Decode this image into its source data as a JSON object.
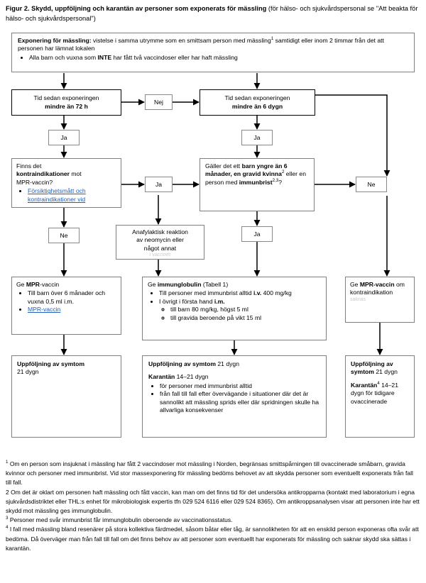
{
  "title": {
    "bold": "Figur 2. Skydd, uppföljning och karantän av personer som exponerats för mässling",
    "rest": " (för hälso- och sjukvårdspersonal se \"Att beakta för hälso- och sjukvårdspersonal\")"
  },
  "nodes": {
    "exposure": {
      "lead_bold": "Exponering för mässling:",
      "lead_rest": " vistelse i samma utrymme som en smittsam person med mässling",
      "lead_sup": "1",
      "lead_tail": " samtidigt eller inom 2 timmar från det att personen har lämnat lokalen",
      "bullet_pre": "Alla barn och vuxna som ",
      "bullet_bold": "INTE",
      "bullet_post": " har fått två vaccindoser eller har haft mässling"
    },
    "time72": {
      "line1": "Tid sedan exponeringen",
      "line2": "mindre än 72 h"
    },
    "time6d": {
      "line1": "Tid sedan exponeringen",
      "line2": "mindre än 6 dygn"
    },
    "contraindication": {
      "l1": "Finns det",
      "l2_bold": "kontraindikationer",
      "l2_rest": " mot",
      "l3": "MPR-vaccin?",
      "link": "Försiktighetsmått och kontraindikationer vid"
    },
    "youngchild": {
      "p1": "Gäller det ett ",
      "b1": "barn yngre än 6 månader, en gravid kvinna",
      "sup1": "2",
      "p2": " eller en person med ",
      "b2": "immunbrist",
      "sup2": "2,3",
      "p3": "?"
    },
    "anaphylaxis": {
      "l1": "Anafylaktisk reaktion",
      "l2": "av neomycin eller",
      "l3": "något annat",
      "l4_faint": "i vaccinet"
    },
    "give_mpr_left": {
      "head_pre": "Ge ",
      "head_bold": "MPR",
      "head_post": "-vaccin",
      "bullet1": "Till barn över 6 månader och vuxna 0,5 ml i.m.",
      "bullet2_link": "MPR-vaccin"
    },
    "give_ig": {
      "head_pre": "Ge ",
      "head_bold": "immunglobulin",
      "head_post": " (Tabell 1)",
      "b1_pre": "Till personer med immunbrist alltid ",
      "b1_bold": "i.v.",
      "b1_post": " 400 mg/kg",
      "b2_pre": "I övrigt i första hand ",
      "b2_bold": "i.m.",
      "sub1": "till barn 80 mg/kg, högst 5 ml",
      "sub2": "till gravida beroende på vikt 15 ml"
    },
    "give_mpr_right": {
      "pre": "Ge ",
      "bold": "MPR-vaccin",
      "post": " om kontraindikation",
      "faint": "saknas"
    },
    "followup_left": {
      "bold": "Uppföljning av symtom",
      "rest": "21 dygn"
    },
    "followup_mid": {
      "bold": "Uppföljning av symtom",
      "rest": " 21 dygn",
      "quarantine_bold": "Karantän",
      "quarantine_rest": " 14–21 dygn",
      "bullet1": "för personer med immunbrist alltid",
      "bullet2": "från fall till fall efter övervägande i situationer där det är sannolikt att mässling sprids eller där spridningen skulle ha allvarliga konsekvenser"
    },
    "followup_right": {
      "bold": "Uppföljning av symtom",
      "rest": " 21 dygn",
      "quarantine_bold": "Karantän",
      "quarantine_sup": "4",
      "quarantine_rest": " 14–21 dygn för tidigare ovaccinerade"
    }
  },
  "labels": {
    "nej": "Nej",
    "ja_1": "Ja",
    "ja_2": "Ja",
    "ja_3": "Ja",
    "ja_4": "Ja",
    "ne_1": "Ne",
    "ne_2": "Ne"
  },
  "footnotes": {
    "f1_sup": "1",
    "f1": " Om en person som insjuknat i mässling har fått 2 vaccindoser mot mässling i Norden, begränsas smittspårningen till ovaccinerade småbarn, gravida kvinnor och personer med immunbrist. Vid stor massexponering för mässling bedöms behovet av att skydda personer som eventuellt exponerats från fall till fall.",
    "f2": "2 Om det är oklart om personen haft mässling och fått vaccin, kan man om det finns tid för det undersöka antikropparna (kontakt med laboratorium i egna sjukvårdsdistriktet eller THL:s enhet för mikrobiologisk expertis tfn 029 524 6116 eller 029 524 8365). Om antikroppsanalysen visar att personen inte har ett skydd mot mässling ges immunglobulin.",
    "f3_sup": "3",
    "f3": " Personer med svår immunbrist får immunglobulin oberoende av vaccinationsstatus.",
    "f4_sup": "4",
    "f4": " I fall med mässling bland resenärer på stora kollektiva färdmedel, såsom båtar eller tåg, är sannolikheten för att en enskild person exponeras ofta svår att bedöma. Då överväger man från fall till fall om det finns behov av att personer som eventuellt har exponerats för mässling och saknar skydd ska sättas i karantän."
  },
  "colors": {
    "link": "#1f5fbf",
    "border": "#7f7f7f",
    "heavy_border": "#000000"
  }
}
